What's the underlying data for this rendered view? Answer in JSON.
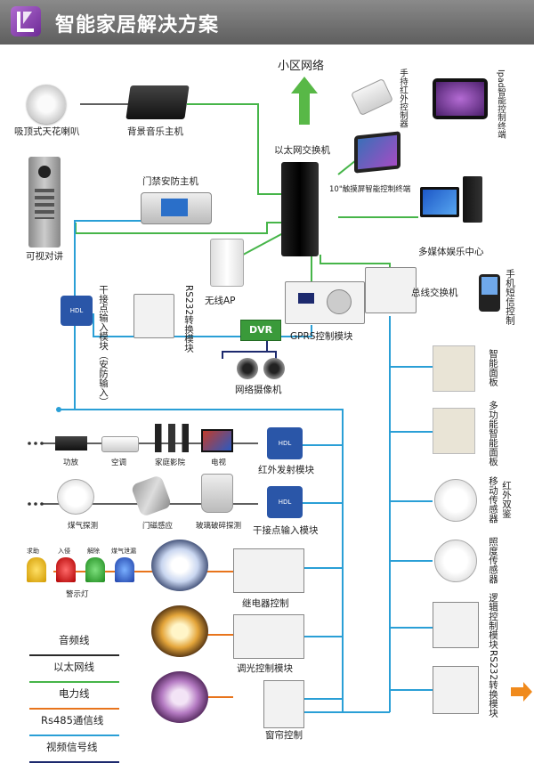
{
  "title": "智能家居解决方案",
  "colors": {
    "audio": "#2a2a2a",
    "ethernet": "#46b549",
    "power": "#e8741c",
    "rs485": "#2a9fd6",
    "video": "#1d2a6e",
    "header": "#6e6e6e",
    "module": "#2a56a8"
  },
  "labels": {
    "ceiling_speaker": "吸顶式天花喇叭",
    "bg_music": "背景音乐主机",
    "community_net": "小区网络",
    "ir_remote": "手持红外控制器",
    "ipad": "Ipad智能控制终端",
    "eth_switch": "以太网交换机",
    "touch_screen": "10\"触摸屏智能控制终端",
    "door_host": "门禁安防主机",
    "intercom": "可视对讲",
    "multimedia": "多媒体娱乐中心",
    "wireless_ap": "无线AP",
    "dry_contact_input": "干接点输入模块（安防输入）",
    "rs232": "RS232转换模块",
    "bus_switch": "总线交换机",
    "sms": "手机短信控制",
    "dvr": "DVR",
    "gprs": "GPRS控制模块",
    "network_camera": "网络摄像机",
    "smart_panel": "智能面板",
    "multi_panel": "多功能智能面板",
    "motion_sensor": "移动传感器",
    "ir_dual": "红外双鉴",
    "lux_sensor": "照度传感器",
    "logic_module": "逻辑控制模块",
    "rs232_right": "RS232转换模块",
    "amp": "功放",
    "ac": "空调",
    "home_theater": "家庭影院",
    "tv": "电视",
    "ir_emitter": "红外发射模块",
    "gas": "煤气探测",
    "door_sensor": "门磁感应",
    "glass_break": "玻璃破碎探测",
    "dry_contact": "干接点输入模块",
    "alarm_light": "警示灯",
    "relay": "继电器控制",
    "dimmer": "调光控制模块",
    "curtain": "窗帘控制",
    "alarm_states": [
      "求助",
      "入侵",
      "解除",
      "煤气泄漏"
    ],
    "module_badge": "HDL"
  },
  "legend": [
    {
      "label": "音频线",
      "color": "#2a2a2a"
    },
    {
      "label": "以太网线",
      "color": "#46b549"
    },
    {
      "label": "电力线",
      "color": "#e8741c"
    },
    {
      "label": "Rs485通信线",
      "color": "#2a9fd6"
    },
    {
      "label": "视频信号线",
      "color": "#1d2a6e"
    }
  ]
}
